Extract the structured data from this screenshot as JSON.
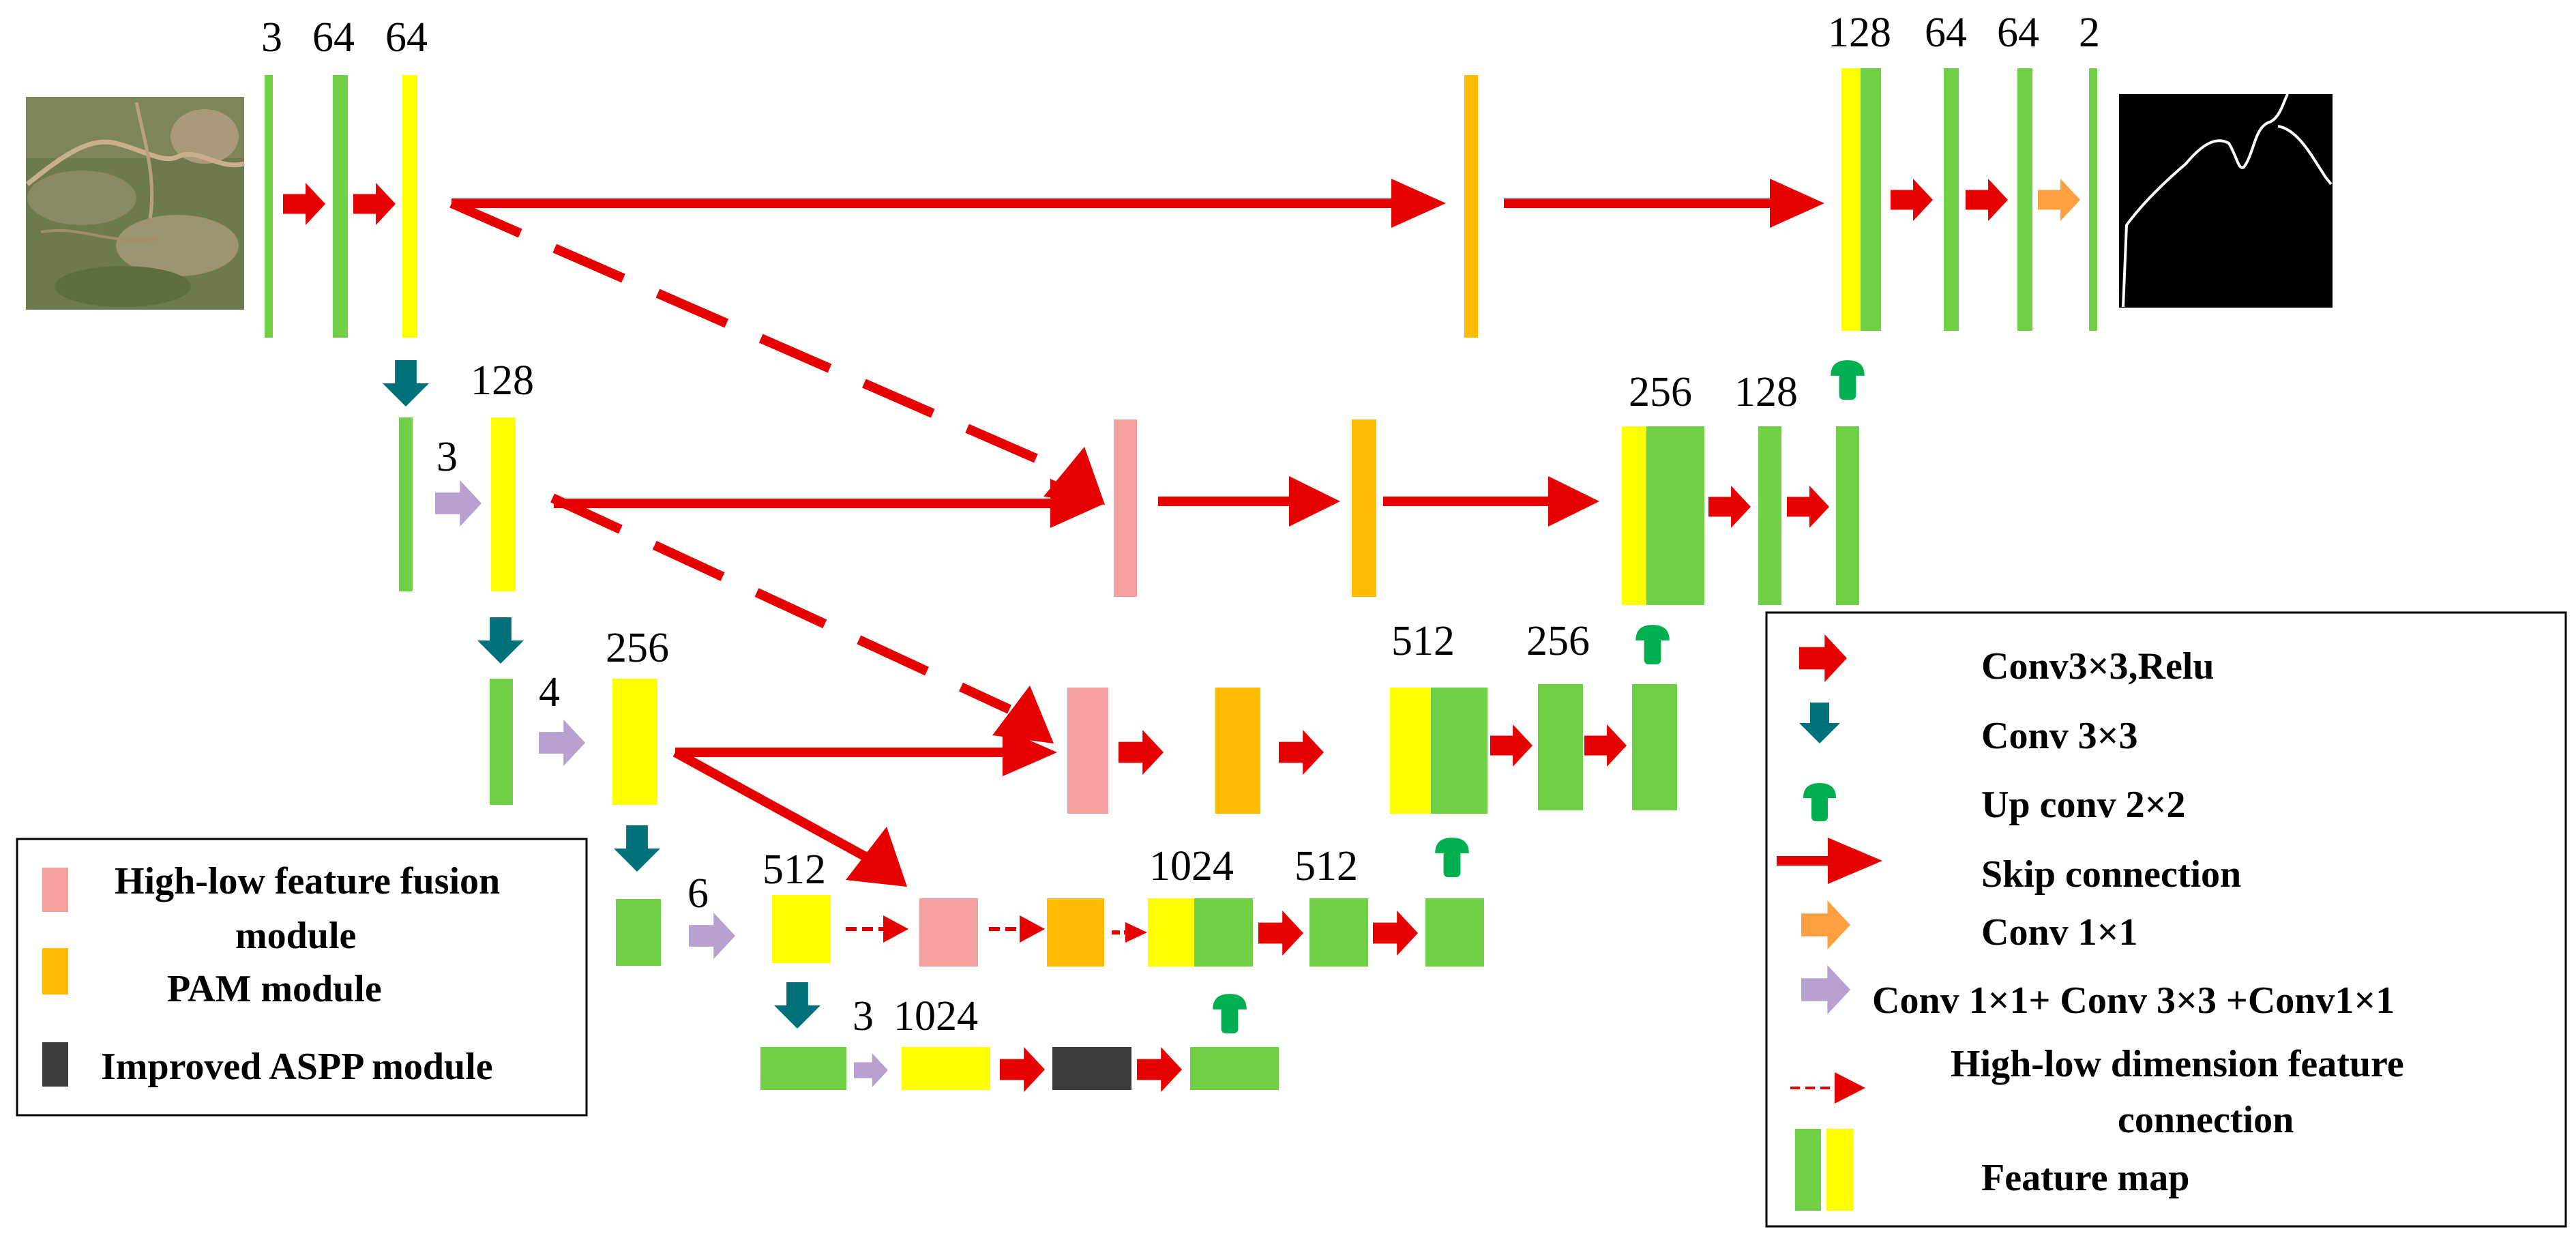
{
  "colors": {
    "green": "#6fcf45",
    "yellow": "#ffff00",
    "pink": "#f4a0a0",
    "orange": "#ffbb00",
    "dark": "#3c3c3c",
    "red": "#e60000",
    "teal": "#00707a",
    "upgreen": "#00b050",
    "conv1x1": "#ffa040",
    "purple": "#b8a0d0"
  },
  "labels": {
    "l1_a": "3",
    "l1_b": "64",
    "l1_c": "64",
    "l2_a": "128",
    "l2_b": "3",
    "l3_a": "256",
    "l3_b": "4",
    "l4_a": "512",
    "l4_b": "6",
    "l5_a": "3",
    "l5_b": "1024",
    "r1_a": "128",
    "r1_b": "64",
    "r1_c": "64",
    "r1_d": "2",
    "r2_a": "256",
    "r2_b": "128",
    "r3_a": "512",
    "r3_b": "256",
    "r4_a": "1024",
    "r4_b": "512"
  },
  "legend_left": {
    "fusion_line1": "High-low feature fusion",
    "fusion_line2": "module",
    "pam": "PAM module",
    "aspp": "Improved ASPP module"
  },
  "legend_right": {
    "conv_relu": "Conv3×3,Relu",
    "conv3": "Conv 3×3",
    "upconv": "Up conv 2×2",
    "skip": "Skip connection",
    "conv1": "Conv 1×1",
    "combo": "Conv 1×1+ Conv 3×3 +Conv1×1",
    "hl_line1": "High-low dimension feature",
    "hl_line2": "connection",
    "feature_map": "Feature map"
  }
}
